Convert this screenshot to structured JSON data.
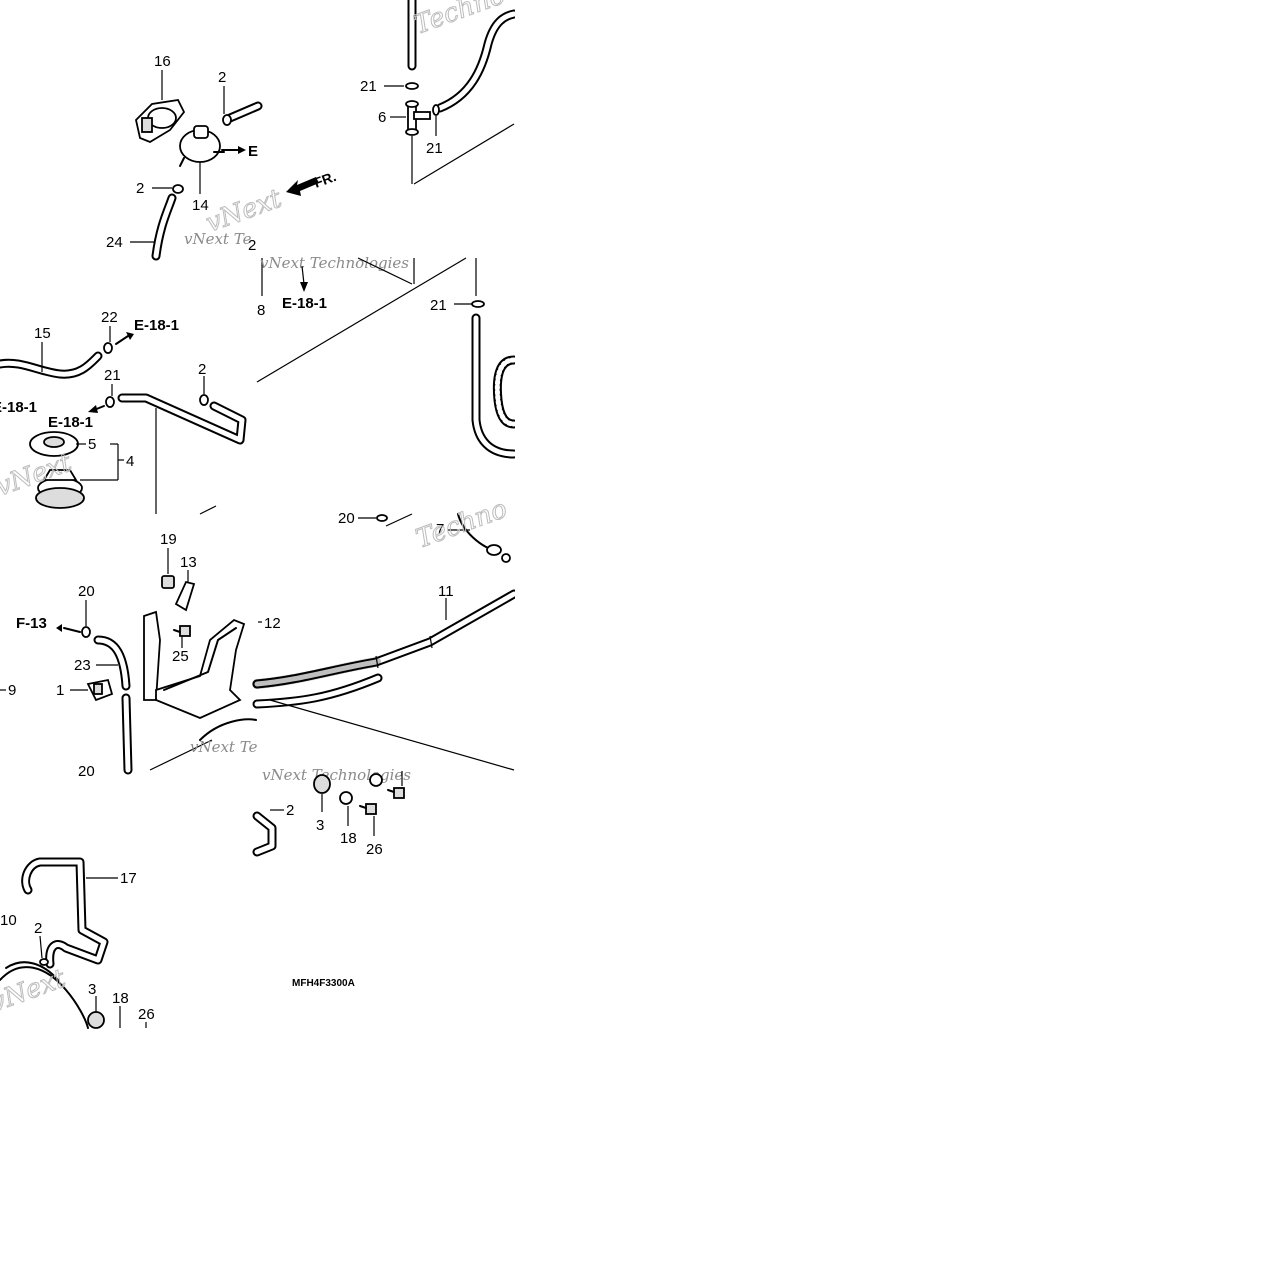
{
  "diagram": {
    "code": "MFH4F3300A",
    "front_label": "FR.",
    "watermark": {
      "small": "vNext Technologies",
      "small_short": "vNext Te",
      "big": "Techno",
      "big_next": "vNext"
    },
    "refs": {
      "e18_1": "E-18-1",
      "f13": "F-13",
      "e_cut": "E"
    },
    "part_numbers": [
      "1",
      "2",
      "3",
      "4",
      "5",
      "6",
      "7",
      "8",
      "9",
      "10",
      "11",
      "12",
      "13",
      "14",
      "15",
      "16",
      "17",
      "18",
      "19",
      "20",
      "21",
      "22",
      "23",
      "24",
      "25",
      "26"
    ]
  }
}
